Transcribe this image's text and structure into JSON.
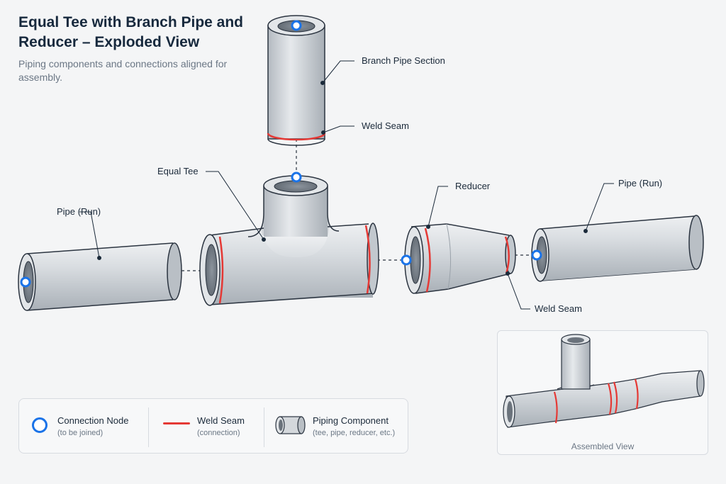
{
  "header": {
    "title": "Equal Tee with Branch Pipe and Reducer – Exploded View",
    "subtitle": "Piping components and connections aligned for assembly."
  },
  "components": [
    {
      "id": "branch-pipe",
      "label": "Branch Pipe Section"
    },
    {
      "id": "equal-tee",
      "label": "Equal Tee"
    },
    {
      "id": "left-pipe",
      "label": "Pipe (Run)"
    },
    {
      "id": "reducer",
      "label": "Reducer"
    },
    {
      "id": "right-pipe",
      "label": "Pipe (Run)"
    }
  ],
  "weld_labels": {
    "branch": "Weld Seam",
    "reducer": "Weld Seam"
  },
  "legend": [
    {
      "title": "Connection Node",
      "desc": "(to be joined)",
      "icon": "connection-node-icon"
    },
    {
      "title": "Weld Seam",
      "desc": "(connection)",
      "icon": "weld-seam-icon"
    },
    {
      "title": "Piping Component",
      "desc": "(tee, pipe, reducer, etc.)",
      "icon": "pipe-component-icon"
    }
  ],
  "inset": {
    "caption": "Assembled View"
  },
  "colors": {
    "node": "#1a73e8",
    "weld": "#e53935",
    "pipe": "#d4d8dc",
    "outline": "#2b3440"
  }
}
